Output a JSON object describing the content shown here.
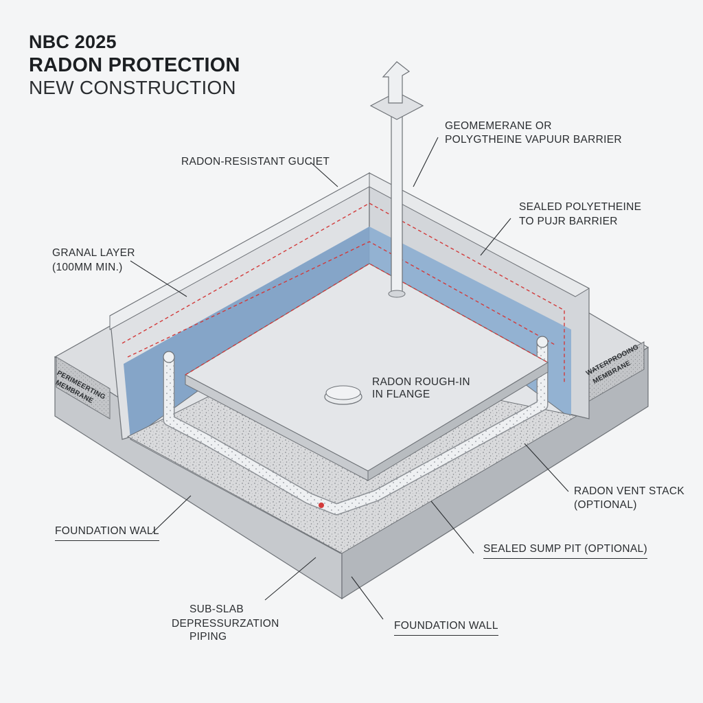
{
  "title": {
    "line1": "NBC 2025",
    "line2": "RADON PROTECTION",
    "line3": "NEW CONSTRUCTION"
  },
  "labels": {
    "radon_resistant_gasket": "RADON-RESISTANT GUCIET",
    "geomembrane_line1": "GEOMEMERANE OR",
    "geomembrane_line2": "POLYGTHEINE VAPUUR BARRIER",
    "sealed_poly_line1": "SEALED POLYETHEINE",
    "sealed_poly_line2": "TO PUJR BARRIER",
    "granular_line1": "GRANAL LAYER",
    "granular_line2": "(100MM MIN.)",
    "rough_in_line1": "RADON ROUGH-IN",
    "rough_in_line2": "IN FLANGE",
    "waterproof_left_line1": "PERIMEERTING",
    "waterproof_left_line2": "MEMBRANE",
    "waterproof_right_line1": "WATERPROOING",
    "waterproof_right_line2": "MEMBRANE",
    "vent_stack_line1": "RADON VENT STACK",
    "vent_stack_line2": "(OPTIONAL)",
    "foundation_wall_left": "FOUNDATION WALL",
    "sump_pit": "SEALED SUMP PIT (OPTIONAL)",
    "sub_slab_line1": "SUB-SLAB",
    "sub_slab_line2": "DEPRESSURZATION",
    "sub_slab_line3": "PIPING",
    "foundation_wall_bottom": "FOUNDATION WALL"
  },
  "colors": {
    "background": "#f4f5f6",
    "concrete_light": "#e2e4e7",
    "concrete_mid": "#c9ccd0",
    "concrete_dark": "#b3b7bc",
    "membrane_blue": "#7fa1c6",
    "gravel": "#d6d7d9",
    "slab": "#dfe1e4",
    "pipe": "#eef0f2",
    "red_dashed": "#d23a3a",
    "leader": "#2a2d30"
  }
}
